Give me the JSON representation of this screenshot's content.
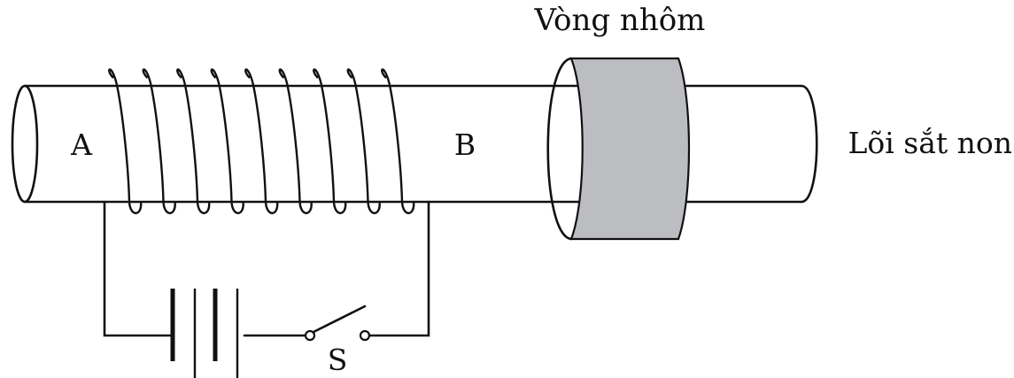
{
  "labels": {
    "ring": "Vòng nhôm",
    "core": "Lõi sắt non",
    "end_a": "A",
    "end_b": "B",
    "switch": "S"
  },
  "colors": {
    "ring_fill": "#bcbdc0",
    "line": "#111111",
    "background": "#ffffff"
  },
  "coil_turns": 9
}
